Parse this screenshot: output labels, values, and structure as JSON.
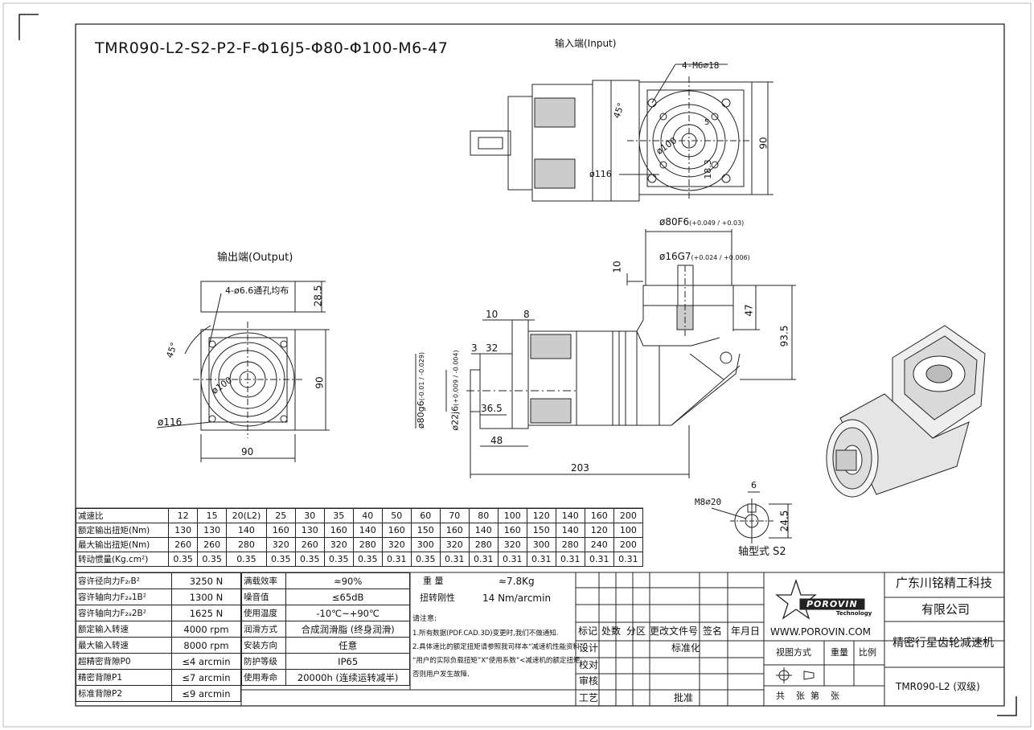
{
  "model_code": "TMR090-L2-S2-P2-F-Φ16J5-Φ80-Φ100-M6-47",
  "views": {
    "input_label": "输入端(Input)",
    "output_label": "输出端(Output)",
    "shaft_label": "轴型式 S2"
  },
  "dims": {
    "top_bolt": "4-M6⌀18",
    "top_45": "45°",
    "top_100": "ø100",
    "top_5": "5",
    "top_183": "18.3",
    "top_90": "90",
    "top_116": "ø116",
    "out_bolt": "4-ø6.6通孔均布",
    "out_285": "28.5",
    "out_45": "45°",
    "out_100": "ø100",
    "out_90v": "90",
    "out_116": "ø116",
    "out_90h": "90",
    "side_80f6": "ø80F6",
    "side_80f6_tol": "(+0.049 / +0.03)",
    "side_16g7": "ø16G7",
    "side_16g7_tol": "(+0.024 / +0.006)",
    "side_10v": "10",
    "side_47": "47",
    "side_935": "93.5",
    "side_10": "10",
    "side_8": "8",
    "side_3": "3",
    "side_32": "32",
    "side_80g6": "ø80g6",
    "side_80g6_tol": "(-0.01 / -0.029)",
    "side_22j6": "ø22j6",
    "side_22j6_tol": "(+0.009 / -0.004)",
    "side_365": "36.5",
    "side_48": "48",
    "side_203": "203",
    "key_6": "6",
    "key_m8": "M8⌀20",
    "key_245": "24.5"
  },
  "ratio_table": {
    "rows": [
      [
        "减速比",
        "12",
        "15",
        "20(L2)",
        "25",
        "30",
        "35",
        "40",
        "50",
        "60",
        "70",
        "80",
        "100",
        "120",
        "140",
        "160",
        "200"
      ],
      [
        "额定输出扭矩(Nm)",
        "130",
        "130",
        "140",
        "160",
        "130",
        "160",
        "140",
        "160",
        "150",
        "160",
        "140",
        "160",
        "150",
        "140",
        "120",
        "100"
      ],
      [
        "最大输出扭矩(Nm)",
        "260",
        "260",
        "280",
        "320",
        "260",
        "320",
        "280",
        "320",
        "300",
        "320",
        "280",
        "320",
        "300",
        "280",
        "240",
        "200"
      ],
      [
        "转动惯量(Kg.cm²)",
        "0.35",
        "0.35",
        "0.35",
        "0.35",
        "0.35",
        "0.35",
        "0.35",
        "0.31",
        "0.35",
        "0.31",
        "0.31",
        "0.31",
        "0.31",
        "0.31",
        "0.31",
        "0.31"
      ]
    ]
  },
  "params_left": [
    [
      "容许径向力F₂ᵣB²",
      "3250 N"
    ],
    [
      "容许轴向力F₂ₐ1B²",
      "1300 N"
    ],
    [
      "容许轴向力F₂ₐ2B²",
      "1625 N"
    ],
    [
      "额定输入转速",
      "4000 rpm"
    ],
    [
      "最大输入转速",
      "8000 rpm"
    ],
    [
      "超精密背隙P0",
      "≤4 arcmin"
    ],
    [
      "精密背隙P1",
      "≤7 arcmin"
    ],
    [
      "标准背隙P2",
      "≤9 arcmin"
    ]
  ],
  "params_mid": [
    [
      "满载效率",
      "≈90%"
    ],
    [
      "噪音值",
      "≤65dB"
    ],
    [
      "使用温度",
      "-10℃~+90℃"
    ],
    [
      "润滑方式",
      "合成润滑脂 (终身润滑)"
    ],
    [
      "安装方向",
      "任意"
    ],
    [
      "防护等级",
      "IP65"
    ],
    [
      "使用寿命",
      "20000h (连续运转减半)"
    ]
  ],
  "params_right": {
    "weight_label": "重  量",
    "weight_value": "≈7.8Kg",
    "stiff_label": "扭转刚性",
    "stiff_value": "14 Nm/arcmin",
    "notes_title": "请注意:",
    "note1": "1.所有数据(PDF.CAD.3D)变更时,我们不做通知.",
    "note2": "2.具体速比的额定扭矩请参照我司样本“减速机性能资料”;",
    "note3": "“用户的实际负载扭矩”X“使用系数”<减速机的额定扭矩,",
    "note4": "否则用户发生故障."
  },
  "revision": {
    "headers": [
      "标记",
      "处数",
      "分区",
      "更改文件号",
      "签名",
      "年月日"
    ],
    "design": "设计",
    "standard": "标准化",
    "check": "校对",
    "audit": "审核",
    "craft": "工艺",
    "approve": "批准"
  },
  "title_block": {
    "logo_text": "POROVIN",
    "logo_sub": "Technology",
    "website": "WWW.POROVIN.COM",
    "company1": "广东川铭精工科技",
    "company2": "有限公司",
    "product": "精密行星齿轮减速机",
    "view_method": "视图方式",
    "weight": "重量",
    "scale": "比例",
    "sheets": "共    张  第    张",
    "model": "TMR090-L2 (双级)"
  }
}
